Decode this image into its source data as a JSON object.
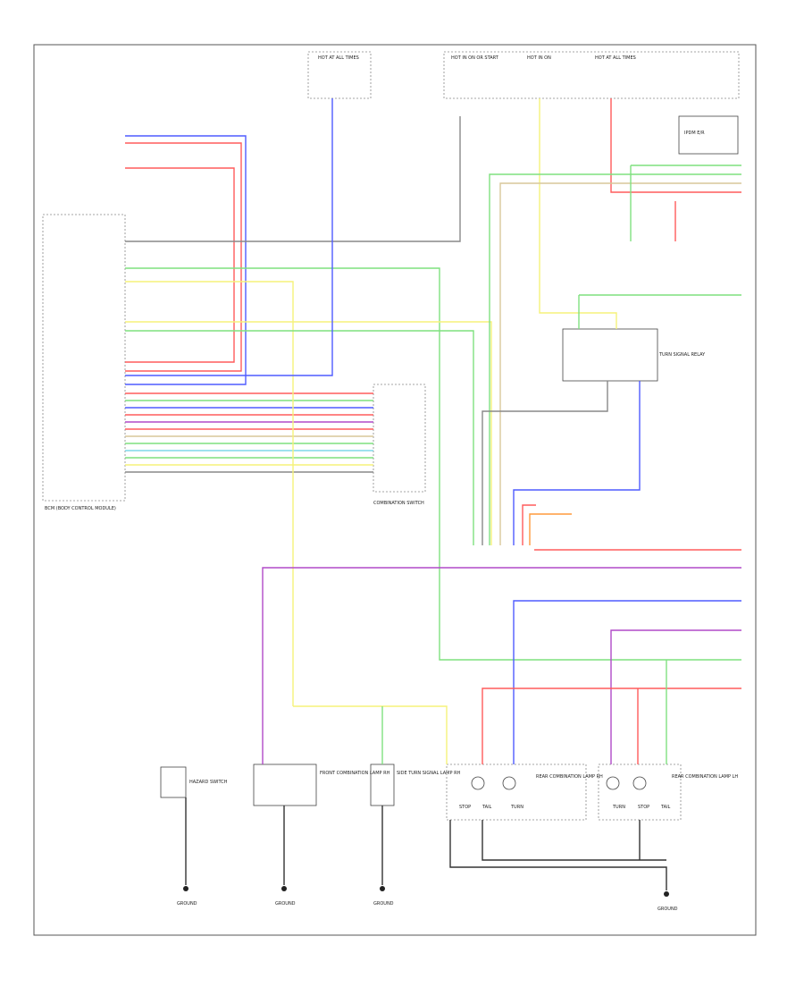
{
  "diagram": {
    "footer": "",
    "top_supplies": [
      {
        "label": "HOT AT ALL TIMES"
      },
      {
        "label": "HOT IN ON OR START"
      },
      {
        "label": "HOT IN ON"
      },
      {
        "label": "HOT AT ALL TIMES"
      }
    ],
    "ecm_label": "IPDM E/R",
    "switch_label": "COMBINATION SWITCH",
    "left_module_label": "BCM (BODY CONTROL MODULE)",
    "hazard_label": "HAZARD SWITCH",
    "front_combo_label": "FRONT COMBINATION LAMP RH",
    "side_turn_label": "SIDE TURN SIGNAL LAMP RH",
    "rear_combo_rh_label": "REAR COMBINATION LAMP RH",
    "rear_combo_lh_label": "REAR COMBINATION LAMP LH",
    "turn_signal_relay_label": "TURN SIGNAL RELAY",
    "grounds": [
      "GROUND",
      "GROUND",
      "GROUND",
      "GROUND"
    ],
    "connector_labels": [
      "STOP",
      "TAIL",
      "TURN",
      "TURN",
      "STOP",
      "TAIL"
    ],
    "wire_colors": {
      "red": "#ff5b5b",
      "blue": "#4f5cff",
      "green": "#7fe07f",
      "yellow": "#f6f27a",
      "purple": "#b04ac8",
      "orange": "#ff9a3c",
      "tan": "#d9c79a",
      "gray": "#888888",
      "black": "#333333",
      "cyan": "#7fd8e8"
    }
  }
}
